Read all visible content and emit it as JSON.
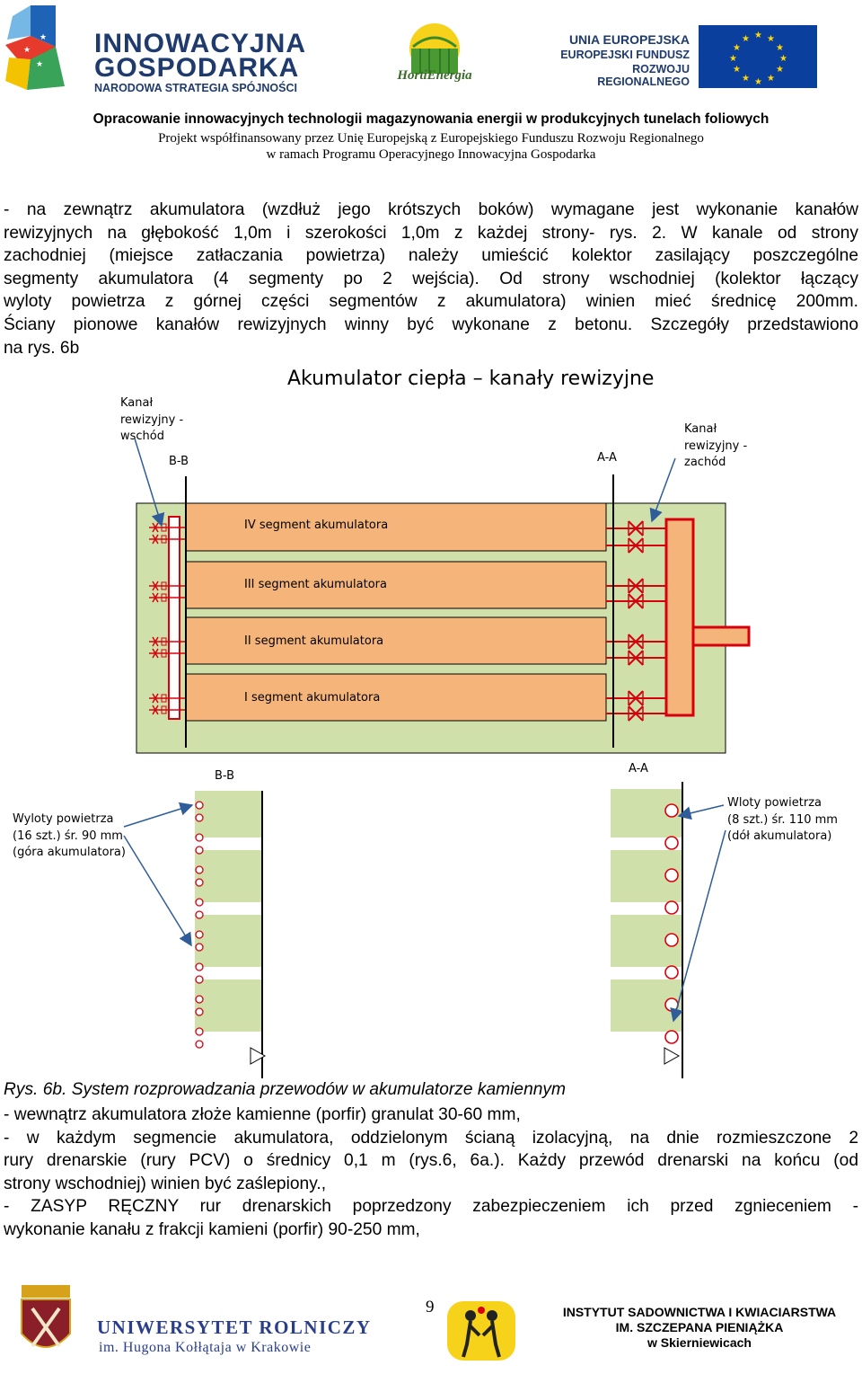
{
  "header": {
    "logo_left": {
      "line1": "INNOWACYJNA",
      "line2": "GOSPODARKA",
      "line3": "NARODOWA STRATEGIA SPÓJNOŚCI"
    },
    "logo_center": {
      "text": "HortiEnergia"
    },
    "logo_right": {
      "line1": "UNIA EUROPEJSKA",
      "line2": "EUROPEJSKI FUNDUSZ",
      "line3": "ROZWOJU REGIONALNEGO"
    },
    "project_title": "Opracowanie innowacyjnych technologii magazynowania energii w produkcyjnych tunelach foliowych",
    "cofinance_line1": "Projekt współfinansowany przez Unię Europejską z Europejskiego Funduszu Rozwoju Regionalnego",
    "cofinance_line2": "w ramach Programu Operacyjnego Innowacyjna Gospodarka"
  },
  "intro_lines": [
    "- na zewnątrz akumulatora (wzdłuż jego krótszych boków) wymagane jest wykonanie kanałów",
    "rewizyjnych na głębokość 1,0m i szerokości 1,0m z każdej strony- rys. 2. W kanale od strony",
    "zachodniej (miejsce zatłaczania powietrza) należy umieścić kolektor zasilający poszczególne",
    "segmenty akumulatora (4 segmenty po 2 wejścia). Od strony wschodniej (kolektor łączący",
    "wyloty powietrza z górnej części segmentów z akumulatora) winien mieć średnicę 200mm.",
    "Ściany pionowe kanałów rewizyjnych winny być wykonane z betonu. Szczegóły przedstawiono",
    "na rys. 6b"
  ],
  "diagram": {
    "title": "Akumulator ciepła – kanały rewizyjne",
    "label_east": [
      "Kanał",
      "rewizyjny -",
      "wschód"
    ],
    "label_west": [
      "Kanał",
      "rewizyjny -",
      "zachód"
    ],
    "section_bb": "B-B",
    "section_aa": "A-A",
    "segments": [
      "IV segment akumulatora",
      "III segment akumulatora",
      "II segment akumulatora",
      "I segment akumulatora"
    ],
    "outlets_label": [
      "Wyloty powietrza",
      "(16 szt.) śr. 90 mm",
      "(góra akumulatora)"
    ],
    "inlets_label": [
      "Wloty powietrza",
      "(8 szt.) śr. 110 mm",
      "(dół akumulatora)"
    ],
    "colors": {
      "segment_fill": "#f5b57a",
      "panel_fill": "#cfe0ab",
      "pipe_red": "#d9000e",
      "outline": "#000000"
    }
  },
  "caption": "Rys. 6b. System rozprowadzania przewodów w akumulatorze kamiennym",
  "body_lines": [
    "- wewnątrz akumulatora złoże kamienne (porfir) granulat 30-60 mm,",
    "- w każdym segmencie akumulatora, oddzielonym ścianą izolacyjną, na dnie rozmieszczone 2",
    "rury drenarskie (rury PCV) o średnicy 0,1 m (rys.6, 6a.). Każdy przewód drenarski na końcu (od",
    "strony wschodniej) winien być zaślepiony.,",
    "- ZASYP RĘCZNY rur drenarskich poprzedzony zabezpieczeniem ich przed zgnieceniem -",
    "wykonanie kanału z frakcji kamieni (porfir) 90-250 mm,"
  ],
  "footer": {
    "university_line1": "UNIWERSYTET ROLNICZY",
    "university_line2": "im. Hugona Kołłątaja w Krakowie",
    "page_number": "9",
    "institute_line1": "INSTYTUT SADOWNICTWA I KWIACIARSTWA",
    "institute_line2": "IM. SZCZEPANA PIENIĄŻKA",
    "institute_line3": "w Skierniewicach"
  }
}
